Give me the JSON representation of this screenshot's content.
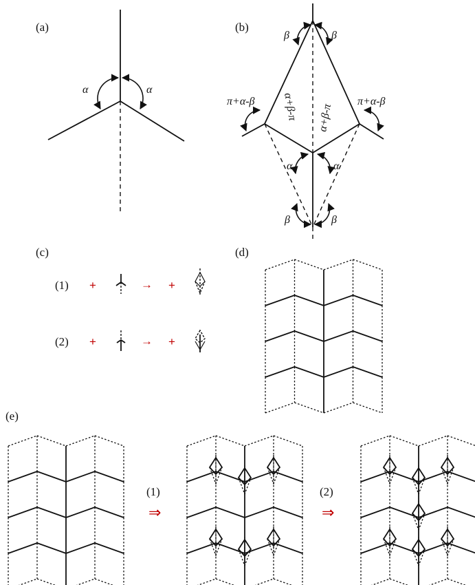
{
  "panels": {
    "a": {
      "label": "(a)",
      "angle_left": "α",
      "angle_right": "α"
    },
    "b": {
      "label": "(b)",
      "beta": "β",
      "outer_angle": "π+α-β",
      "inner_angle": "α+β-π",
      "alpha": "α"
    },
    "c": {
      "label": "(c)",
      "rows": [
        {
          "label": "(1)",
          "plus_left": "+",
          "arrow": "→",
          "plus_right": "+"
        },
        {
          "label": "(2)",
          "plus_left": "+",
          "arrow": "→",
          "plus_right": "+"
        }
      ]
    },
    "d": {
      "label": "(d)"
    },
    "e": {
      "label": "(e)",
      "step1": "(1)",
      "step2": "(2)",
      "arrow": "⇒"
    }
  },
  "colors": {
    "line": "#111111",
    "accent_red": "#c00000"
  }
}
